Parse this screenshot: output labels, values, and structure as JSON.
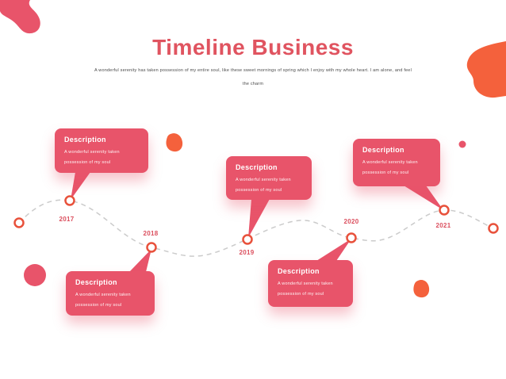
{
  "slide": {
    "title": "Timeline Business",
    "subtitle_line1": "A wonderful serenity has taken possession of my entire soul, like these sweet mornings of spring which I enjoy with my whole heart. I am alone, and feel",
    "subtitle_line2": "the charm"
  },
  "timeline": {
    "milestones": [
      {
        "year": "2017",
        "card_title": "Description",
        "card_body": "A wonderful serenity taken possession of my soul",
        "card_position": "above"
      },
      {
        "year": "2018",
        "card_title": "Description",
        "card_body": "A wonderful serenity taken possession of my soul",
        "card_position": "below"
      },
      {
        "year": "2019",
        "card_title": "Description",
        "card_body": "A wonderful serenity taken possession of my soul",
        "card_position": "above"
      },
      {
        "year": "2020",
        "card_title": "Description",
        "card_body": "A wonderful serenity taken possession of my soul",
        "card_position": "below"
      },
      {
        "year": "2021",
        "card_title": "Description",
        "card_body": "A wonderful serenity taken possession of my soul",
        "card_position": "above"
      }
    ]
  },
  "colors": {
    "coral_pink": "#E8546A",
    "orange": "#F4613C",
    "title_red": "#E05460",
    "year_red": "#DB4F5E",
    "marker_stroke": "#E8513B",
    "dash_gray": "#CBCBCB"
  }
}
